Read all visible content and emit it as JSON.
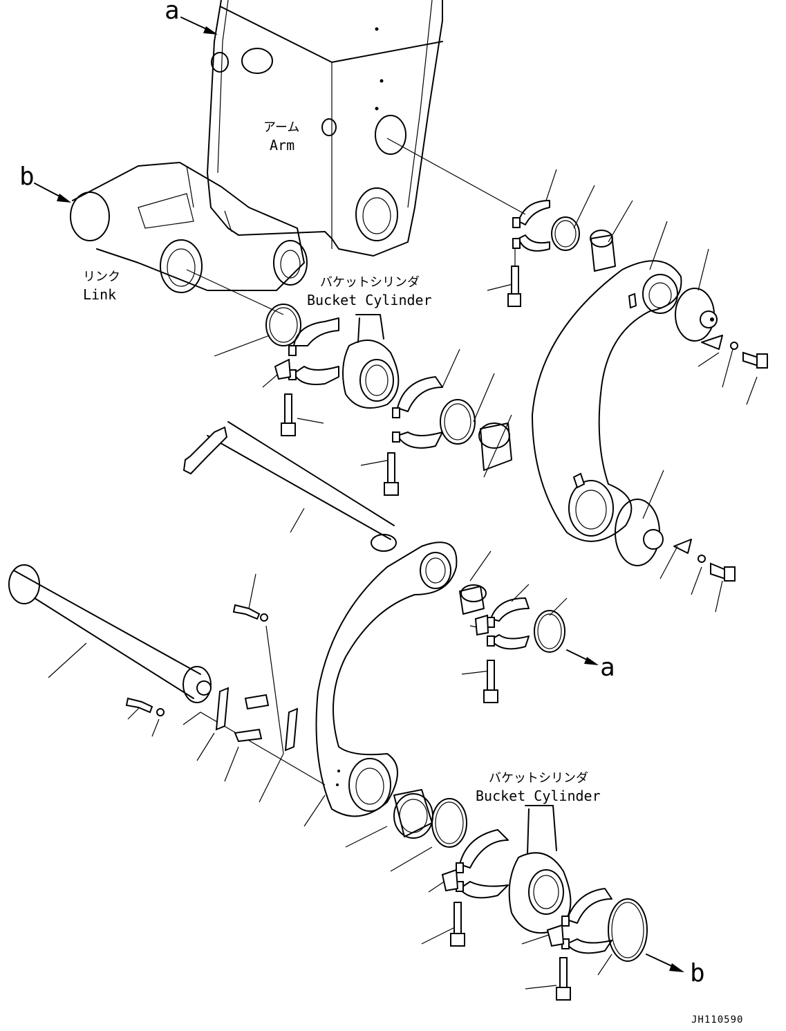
{
  "callouts": {
    "a_top": "a",
    "b_top": "b",
    "a_right": "a",
    "b_bottom": "b"
  },
  "labels": {
    "arm_jp": "アーム",
    "arm_en": "Arm",
    "link_jp": "リンク",
    "link_en": "Link",
    "bucket_cyl_1_jp": "バケットシリンダ",
    "bucket_cyl_1_en": "Bucket Cylinder",
    "bucket_cyl_2_jp": "バケットシリンダ",
    "bucket_cyl_2_en": "Bucket Cylinder"
  },
  "drawing_code": "JH110590"
}
